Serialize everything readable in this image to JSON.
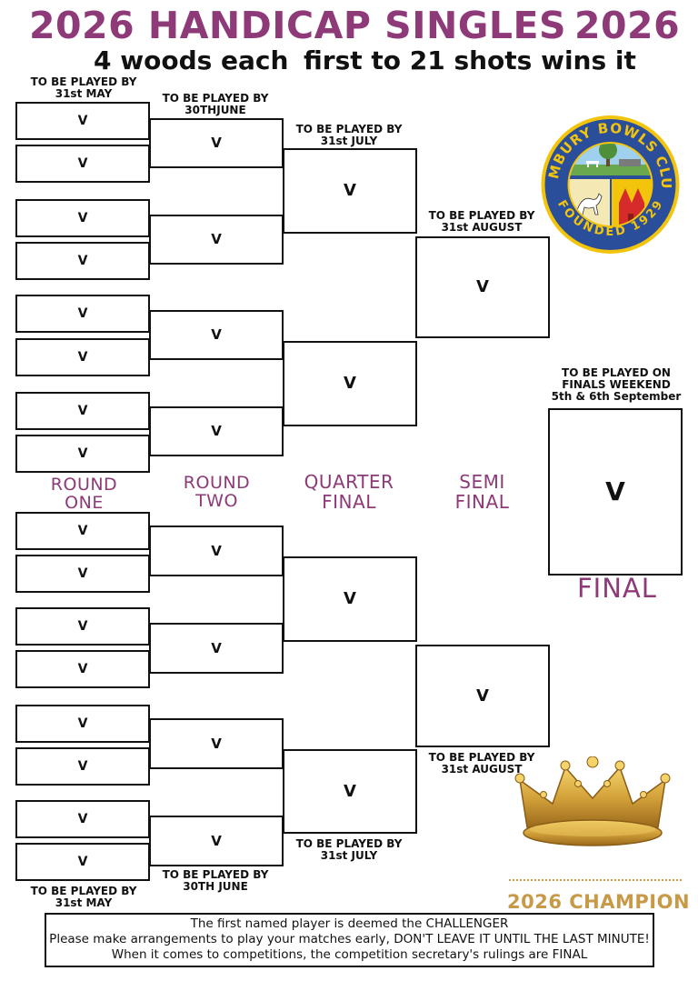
{
  "header": {
    "title_left": "2026 HANDICAP SINGLES",
    "title_right": "2026",
    "subtitle_left": "4 woods each",
    "subtitle_right": "first to 21 shots wins it"
  },
  "deadlines": {
    "r1_top": [
      "TO BE PLAYED BY",
      "31st MAY"
    ],
    "r2_top": [
      "TO BE PLAYED BY",
      "30THJUNE"
    ],
    "qf_top": [
      "TO BE PLAYED BY",
      "31st JULY"
    ],
    "sf_top": [
      "TO BE PLAYED BY",
      "31st AUGUST"
    ],
    "final": [
      "TO BE PLAYED ON",
      "FINALS WEEKEND",
      "5th & 6th September"
    ],
    "sf_bottom": [
      "TO BE PLAYED BY",
      "31st AUGUST"
    ],
    "qf_bottom": [
      "TO BE PLAYED BY",
      "31st JULY"
    ],
    "r2_bottom": [
      "TO BE PLAYED BY",
      "30TH JUNE"
    ],
    "r1_bottom": [
      "TO BE PLAYED BY",
      "31st MAY"
    ]
  },
  "match_label": "V",
  "round_labels": {
    "round_one": [
      "ROUND",
      "ONE"
    ],
    "round_two": [
      "ROUND",
      "TWO"
    ],
    "quarter_final": [
      "QUARTER",
      "FINAL"
    ],
    "semi_final": [
      "SEMI",
      "FINAL"
    ],
    "final": "FINAL"
  },
  "logo": {
    "top_text": "PEMBURY BOWLS CLUB",
    "bottom_text": "FOUNDED 1929",
    "colors": {
      "ring": "#2b4e9b",
      "ring_text": "#f2c40c",
      "sky": "#9fd0ee",
      "grass": "#6aa84f",
      "red": "#d62b2b",
      "cream": "#f4e9b4"
    }
  },
  "champion": "2026 CHAMPION",
  "notice": [
    "The first named player is deemed the CHALLENGER",
    "Please make arrangements to play your matches early, DON'T LEAVE IT UNTIL THE LAST MINUTE!",
    "When it comes to competitions, the competition secretary's rulings are FINAL"
  ],
  "colors": {
    "title": "#8e3a78",
    "champion": "#c89a48"
  }
}
